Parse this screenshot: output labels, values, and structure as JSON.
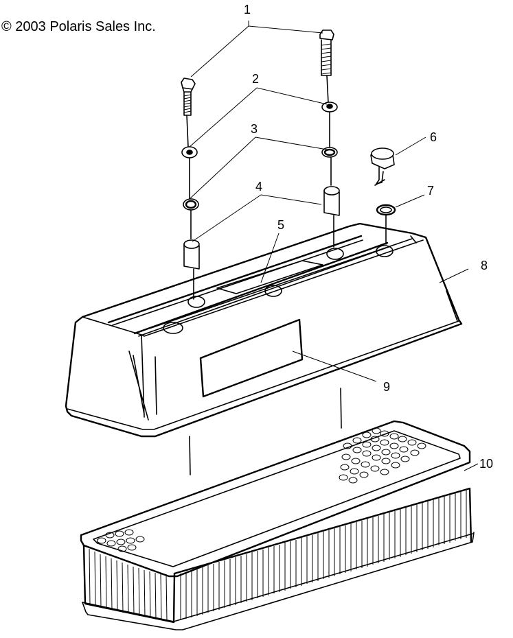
{
  "copyright": "© 2003 Polaris Sales Inc.",
  "callouts": [
    "1",
    "2",
    "3",
    "4",
    "5",
    "6",
    "7",
    "8",
    "9",
    "10"
  ]
}
